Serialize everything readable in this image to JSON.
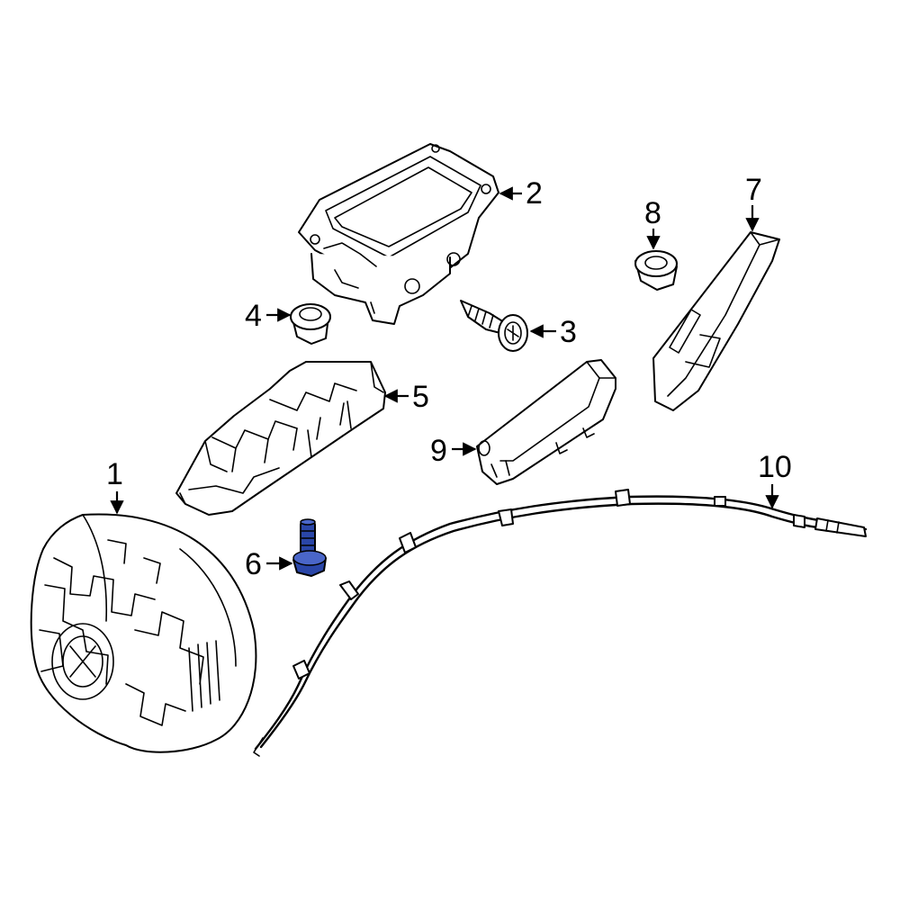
{
  "diagram": {
    "highlight_color": "#2a46a8",
    "line_color": "#000000",
    "callouts": [
      {
        "id": "c1",
        "label": "1"
      },
      {
        "id": "c2",
        "label": "2"
      },
      {
        "id": "c3",
        "label": "3"
      },
      {
        "id": "c4",
        "label": "4"
      },
      {
        "id": "c5",
        "label": "5"
      },
      {
        "id": "c6",
        "label": "6",
        "highlighted": true
      },
      {
        "id": "c7",
        "label": "7"
      },
      {
        "id": "c8",
        "label": "8"
      },
      {
        "id": "c9",
        "label": "9"
      },
      {
        "id": "c10",
        "label": "10"
      }
    ]
  }
}
